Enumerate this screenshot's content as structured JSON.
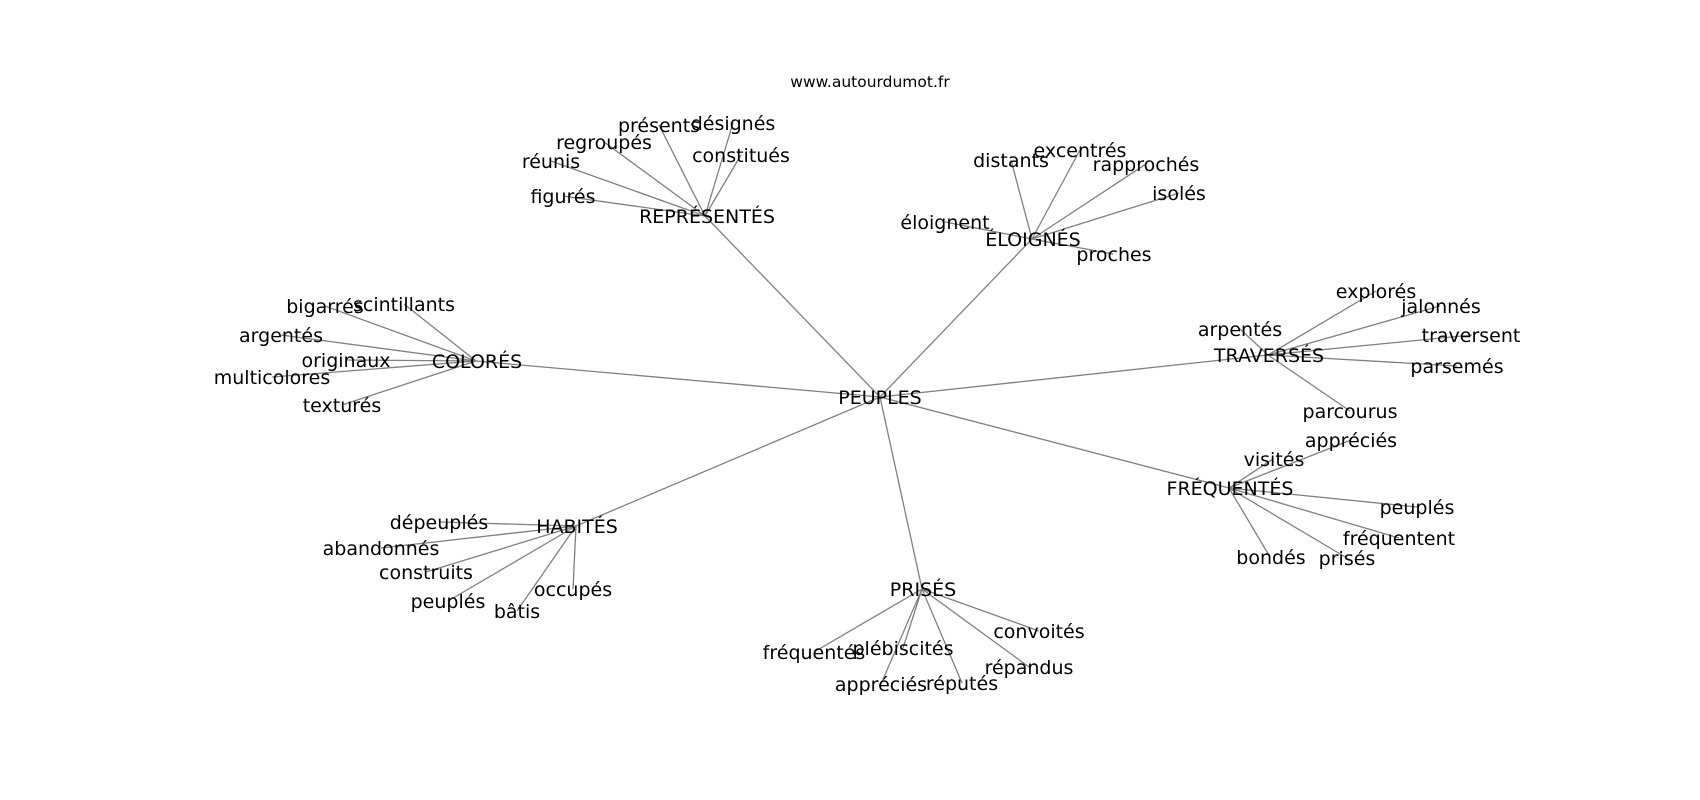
{
  "header": {
    "site": "www.autourdumot.fr"
  },
  "graph": {
    "root": "PEUPLES",
    "groups": [
      {
        "label": "REPRÉSENTÉS",
        "words": [
          "présents",
          "désignés",
          "regroupés",
          "constitués",
          "réunis",
          "figurés"
        ]
      },
      {
        "label": "ÉLOIGNÉS",
        "words": [
          "distants",
          "excentrés",
          "rapprochés",
          "isolés",
          "éloignent",
          "proches"
        ]
      },
      {
        "label": "COLORÉS",
        "words": [
          "bigarrés",
          "scintillants",
          "argentés",
          "originaux",
          "multicolores",
          "texturés"
        ]
      },
      {
        "label": "TRAVERSÉS",
        "words": [
          "explorés",
          "jalonnés",
          "arpentés",
          "traversent",
          "parsemés",
          "parcourus"
        ]
      },
      {
        "label": "FRÉQUENTÉS",
        "words": [
          "visités",
          "appréciés",
          "peuplés",
          "fréquentent",
          "bondés",
          "prisés"
        ]
      },
      {
        "label": "HABITÉS",
        "words": [
          "dépeuplés",
          "abandonnés",
          "construits",
          "occupés",
          "peuplés",
          "bâtis"
        ]
      },
      {
        "label": "PRISÉS",
        "words": [
          "convoités",
          "fréquentés",
          "plébiscités",
          "répandus",
          "appréciés",
          "réputés"
        ]
      }
    ]
  }
}
